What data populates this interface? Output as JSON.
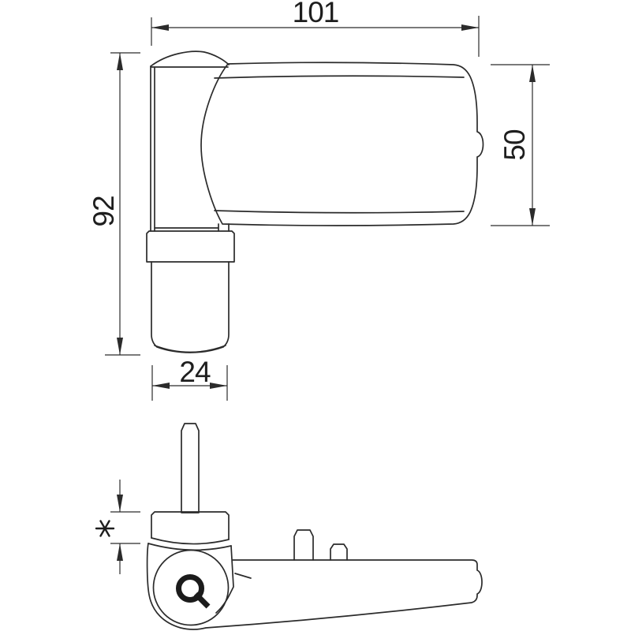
{
  "drawing": {
    "type": "hinge technical drawing, two orthographic views",
    "colors": {
      "line": "#2b2b2b",
      "background": "#ffffff",
      "text": "#1e1e1e"
    },
    "dimensions": {
      "overall_width": "101",
      "overall_height": "92",
      "flap_height": "50",
      "cylinder_width": "24",
      "collar_height_footnote": "*"
    },
    "logo_mark": "Q"
  }
}
